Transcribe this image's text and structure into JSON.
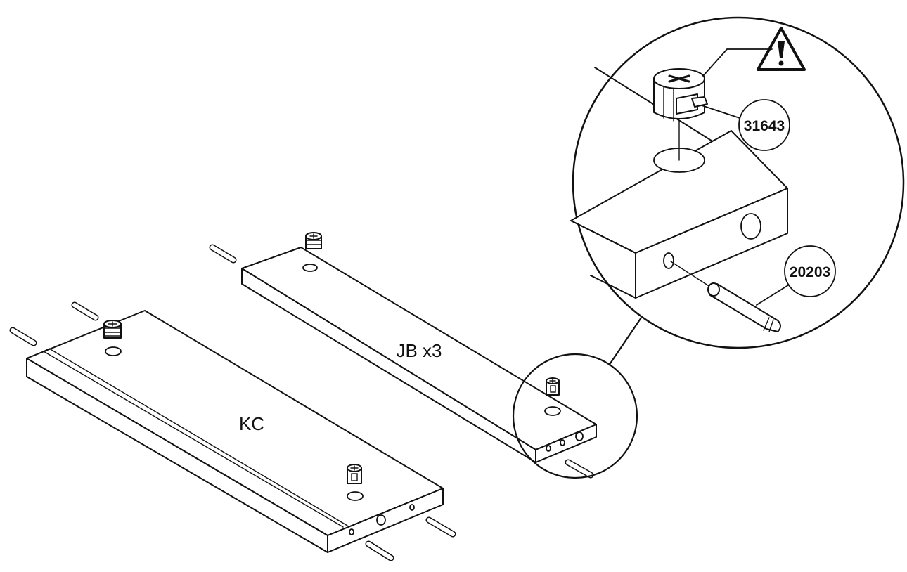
{
  "labels": {
    "panel_kc": "KC",
    "panel_jb": "JB x3",
    "part_cam": "31643",
    "part_dowel": "20203"
  },
  "icons": {
    "warning": "warning-triangle-icon"
  },
  "colors": {
    "line": "#111111",
    "background": "#ffffff"
  }
}
